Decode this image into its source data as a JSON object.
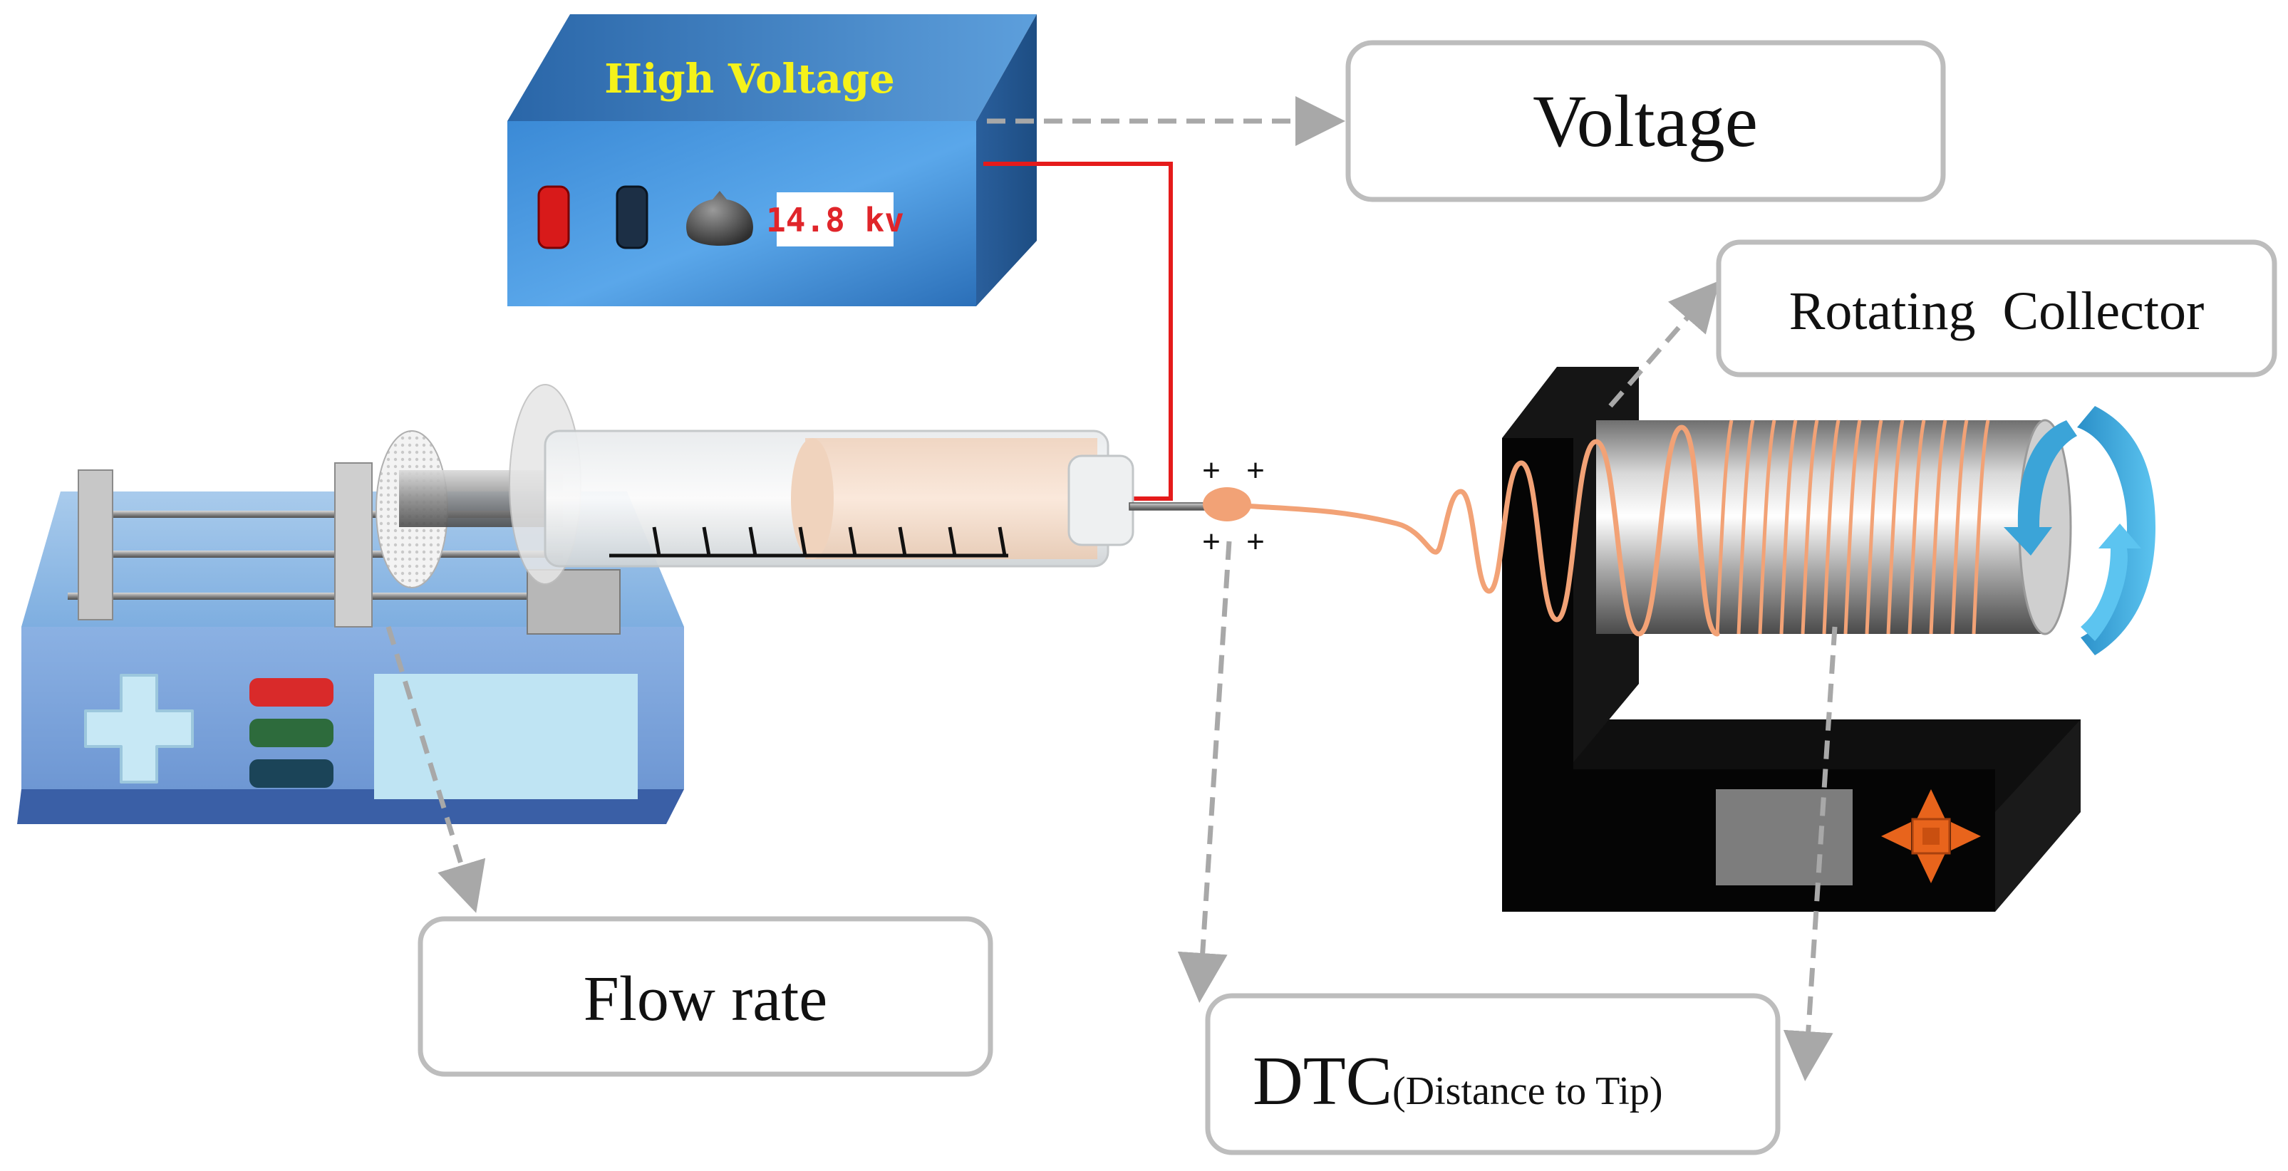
{
  "labels": {
    "voltage": "Voltage",
    "rotating_collector": "Rotating  Collector",
    "flow_rate": "Flow rate",
    "dtc_main": "DTC",
    "dtc_sub": "(Distance to Tip)"
  },
  "power_supply": {
    "title": "High Voltage",
    "display_value": "14.8 kv"
  },
  "charge_symbol": "+",
  "colors": {
    "box_blue": "#2f78c4",
    "wire_red": "#e51b1b",
    "fiber_orange": "#f2a276",
    "arrow_gray": "#a8a8a8",
    "collector_black": "#0d0d0d",
    "accent_orange": "#e8641c"
  }
}
